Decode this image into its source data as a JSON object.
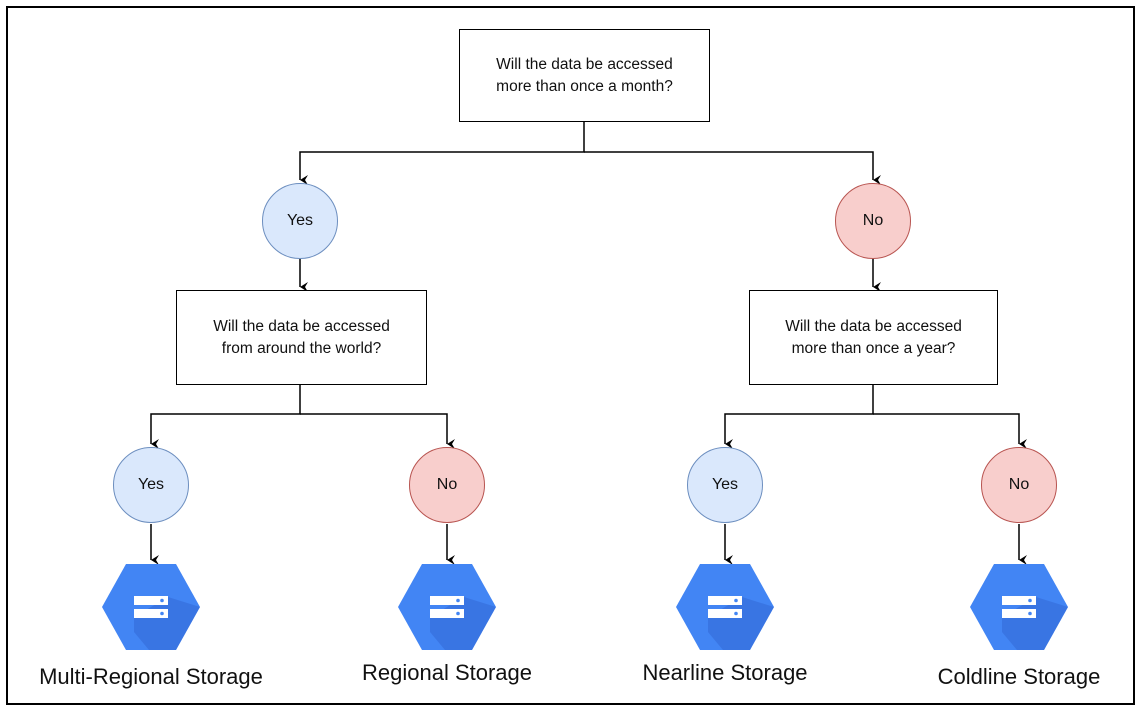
{
  "root": {
    "question_line1": "Will the data be accessed",
    "question_line2": "more than once a month?"
  },
  "branch_yes": {
    "answer": "Yes",
    "question_line1": "Will the data be accessed",
    "question_line2": "from around the world?",
    "leaf_yes": {
      "answer": "Yes",
      "storage": "Multi-Regional Storage",
      "icon": "cloud-storage-icon"
    },
    "leaf_no": {
      "answer": "No",
      "storage": "Regional Storage",
      "icon": "cloud-storage-icon"
    }
  },
  "branch_no": {
    "answer": "No",
    "question_line1": "Will the data be accessed",
    "question_line2": "more than once a year?",
    "leaf_yes": {
      "answer": "Yes",
      "storage": "Nearline Storage",
      "icon": "cloud-storage-icon"
    },
    "leaf_no": {
      "answer": "No",
      "storage": "Coldline Storage",
      "icon": "cloud-storage-icon"
    }
  },
  "colors": {
    "yes_fill": "#dae8fc",
    "yes_stroke": "#6c8ebf",
    "no_fill": "#f8cecc",
    "no_stroke": "#b85450",
    "icon_blue": "#4285f4",
    "icon_shadow": "#3367d6"
  }
}
